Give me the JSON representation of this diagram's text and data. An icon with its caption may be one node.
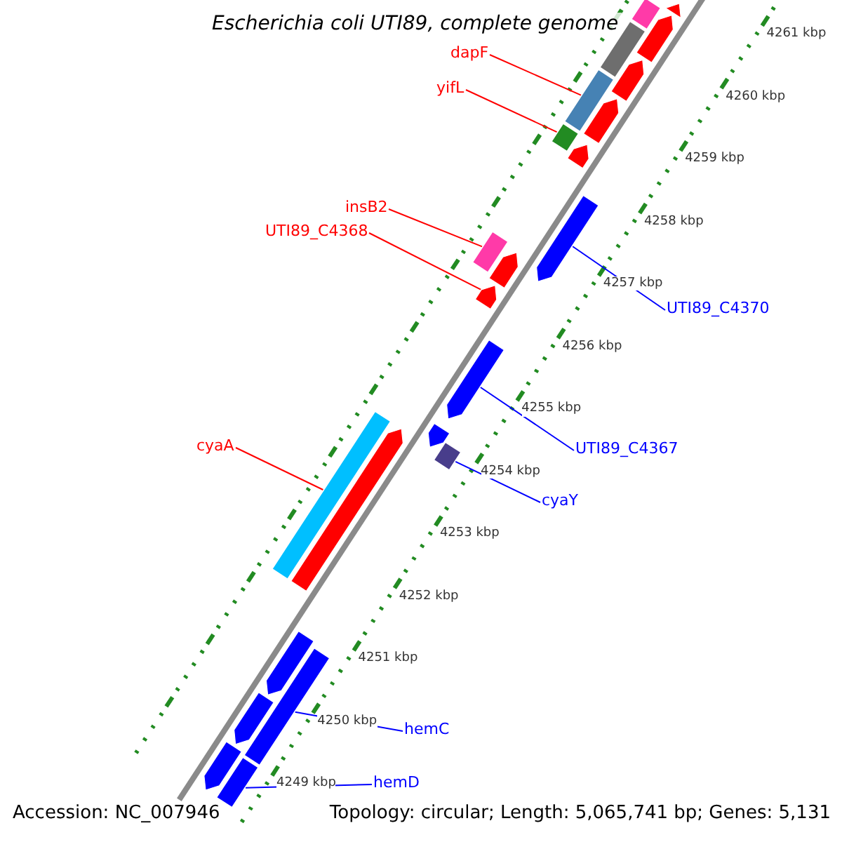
{
  "diagram": {
    "title": "Escherichia coli UTI89, complete genome",
    "nodes": [
      {
        "text": [
          "dapF"
        ]
      },
      {
        "text": [
          "yifL"
        ]
      },
      {
        "text": [
          "insB2"
        ]
      },
      {
        "text": [
          "UTI89_C4368"
        ]
      },
      {
        "text": [
          "UTI89_C4370"
        ]
      },
      {
        "text": [
          "UTI89_C4367"
        ]
      },
      {
        "text": [
          "cyaA"
        ]
      },
      {
        "text": [
          "cyaY"
        ]
      },
      {
        "text": [
          "hemC"
        ]
      },
      {
        "text": [
          "hemD"
        ]
      },
      {
        "text": [],
        "shape": "arrow"
      },
      {
        "text": [],
        "shape": "bar"
      },
      {
        "text": [],
        "shape": "arrow"
      },
      {
        "text": [],
        "shape": "bar"
      },
      {
        "text": [],
        "shape": "arrow"
      },
      {
        "text": [],
        "shape": "bar"
      },
      {
        "text": [],
        "shape": "arrow"
      },
      {
        "text": [],
        "shape": "box"
      },
      {
        "text": [],
        "shape": "arrow"
      },
      {
        "text": [],
        "shape": "arrow"
      },
      {
        "text": [],
        "shape": "bar"
      },
      {
        "text": [],
        "shape": "arrow"
      },
      {
        "text": [],
        "shape": "arrow"
      },
      {
        "text": [],
        "shape": "arrow"
      },
      {
        "text": [],
        "shape": "arrow"
      },
      {
        "text": [],
        "shape": "box"
      },
      {
        "text": [],
        "shape": "bar"
      },
      {
        "text": [],
        "shape": "arrow"
      },
      {
        "text": [],
        "shape": "arrow"
      },
      {
        "text": [],
        "shape": "bar"
      },
      {
        "text": [],
        "shape": "arrow"
      },
      {
        "text": [],
        "shape": "arrow"
      },
      {
        "text": [],
        "shape": "bar"
      }
    ],
    "edges": [
      {
        "from": 0,
        "to": 15,
        "arrow": "none",
        "color": "#ff0000"
      },
      {
        "from": 1,
        "to": 17,
        "arrow": "none",
        "color": "#ff0000"
      },
      {
        "from": 2,
        "to": 20,
        "arrow": "none",
        "color": "#ff0000"
      },
      {
        "from": 3,
        "to": 22,
        "arrow": "none",
        "color": "#ff0000"
      },
      {
        "from": 4,
        "to": 19,
        "arrow": "none",
        "color": "#0000ff"
      },
      {
        "from": 5,
        "to": 23,
        "arrow": "none",
        "color": "#0000ff"
      },
      {
        "from": 6,
        "to": 26,
        "arrow": "none",
        "color": "#ff0000"
      },
      {
        "from": 7,
        "to": 25,
        "arrow": "none",
        "color": "#0000ff"
      },
      {
        "from": 8,
        "to": 29,
        "arrow": "none",
        "color": "#0000ff"
      },
      {
        "from": 9,
        "to": 32,
        "arrow": "none",
        "color": "#0000ff"
      }
    ],
    "labels": [
      "4261 kbp",
      "4260 kbp",
      "4259 kbp",
      "4258 kbp",
      "4257 kbp",
      "4256 kbp",
      "4255 kbp",
      "4254 kbp",
      "4253 kbp",
      "4252 kbp",
      "4251 kbp",
      "4250 kbp",
      "4249 kbp",
      "Accession: NC_007946",
      "Topology: circular; Length: 5,065,741 bp; Genes: 5,131"
    ]
  }
}
